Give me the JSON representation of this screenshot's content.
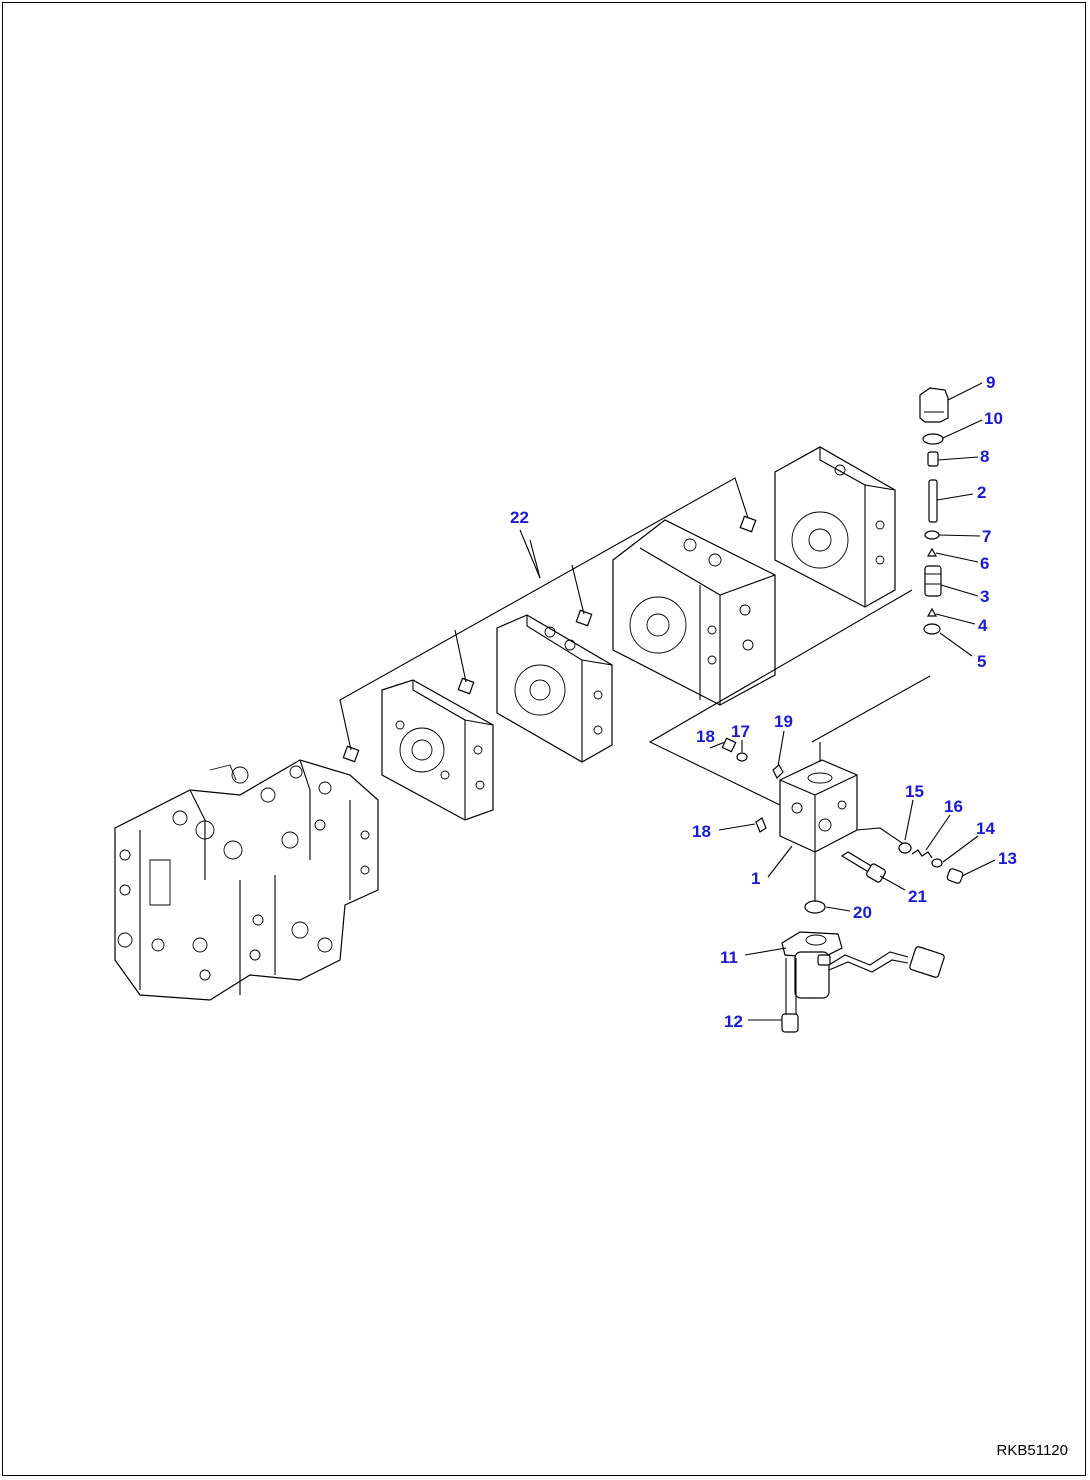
{
  "diagram": {
    "label_color": "#1a1ad6",
    "line_color": "#000000",
    "drawing_code": "RKB51120",
    "callouts": [
      {
        "id": "9",
        "text": "9"
      },
      {
        "id": "10",
        "text": "10"
      },
      {
        "id": "8",
        "text": "8"
      },
      {
        "id": "2",
        "text": "2"
      },
      {
        "id": "7",
        "text": "7"
      },
      {
        "id": "6",
        "text": "6"
      },
      {
        "id": "3",
        "text": "3"
      },
      {
        "id": "4",
        "text": "4"
      },
      {
        "id": "5",
        "text": "5"
      },
      {
        "id": "22",
        "text": "22"
      },
      {
        "id": "18a",
        "text": "18"
      },
      {
        "id": "17",
        "text": "17"
      },
      {
        "id": "19",
        "text": "19"
      },
      {
        "id": "18b",
        "text": "18"
      },
      {
        "id": "15",
        "text": "15"
      },
      {
        "id": "16",
        "text": "16"
      },
      {
        "id": "14",
        "text": "14"
      },
      {
        "id": "13",
        "text": "13"
      },
      {
        "id": "1",
        "text": "1"
      },
      {
        "id": "21",
        "text": "21"
      },
      {
        "id": "20",
        "text": "20"
      },
      {
        "id": "11",
        "text": "11"
      },
      {
        "id": "12",
        "text": "12"
      }
    ]
  }
}
